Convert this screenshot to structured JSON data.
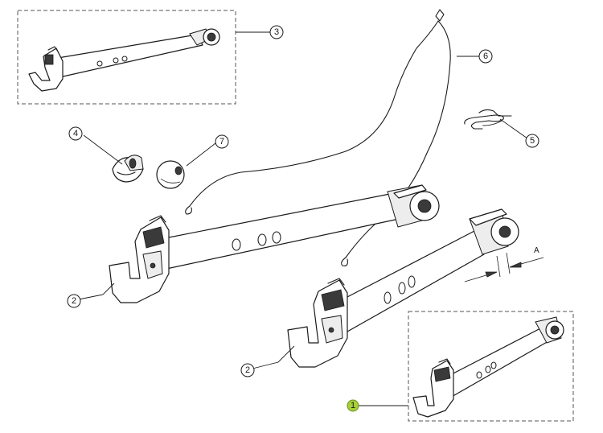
{
  "callouts": [
    {
      "label": "1",
      "highlighted": true
    },
    {
      "label": "2",
      "highlighted": false
    },
    {
      "label": "2",
      "highlighted": false
    },
    {
      "label": "3",
      "highlighted": false
    },
    {
      "label": "4",
      "highlighted": false
    },
    {
      "label": "5",
      "highlighted": false
    },
    {
      "label": "6",
      "highlighted": false
    },
    {
      "label": "7",
      "highlighted": false
    }
  ],
  "dimension": {
    "label": "A"
  },
  "colors": {
    "highlight": "#a6cf3a",
    "line": "#1a1a1a",
    "frame": "#555555"
  }
}
